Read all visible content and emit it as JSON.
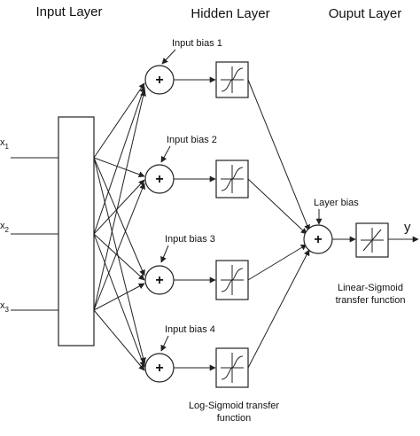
{
  "layers": {
    "input": "Input Layer",
    "hidden": "Hidden Layer",
    "output": "Ouput Layer"
  },
  "inputs": [
    {
      "base": "x",
      "sub": "1"
    },
    {
      "base": "x",
      "sub": "2"
    },
    {
      "base": "x",
      "sub": "3"
    }
  ],
  "hidden_bias": [
    "Input bias 1",
    "Input bias 2",
    "Input bias 3",
    "Input bias 4"
  ],
  "sum_symbol": "+",
  "layer_bias": "Layer bias",
  "output_var": "y",
  "linear_caption": [
    "Linear-Sigmoid",
    "transfer function"
  ],
  "logsig_caption": [
    "Log-Sigmoid transfer",
    "function"
  ]
}
